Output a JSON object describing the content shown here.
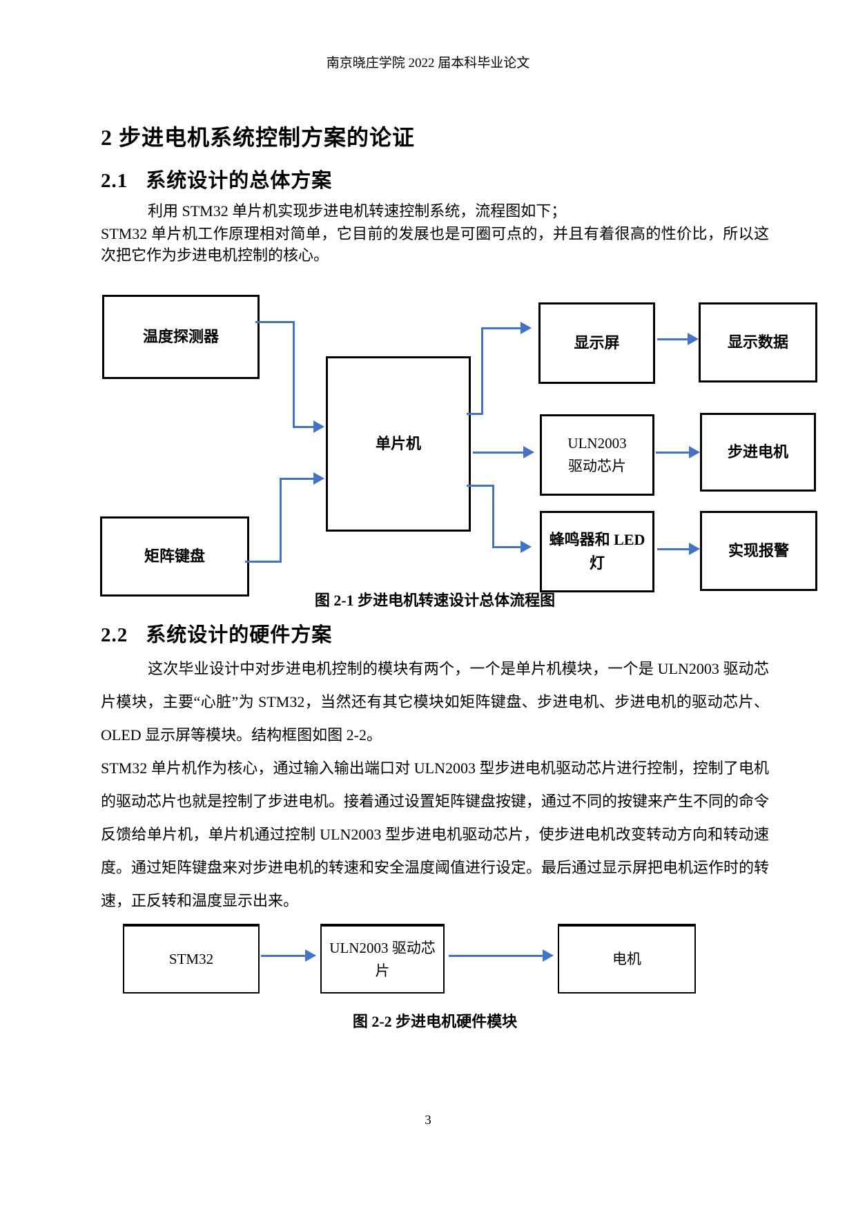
{
  "page": {
    "header": "南京晓庄学院 2022 届本科毕业论文",
    "page_number": "3"
  },
  "chapter": {
    "heading": "2 步进电机系统控制方案的论证"
  },
  "section1": {
    "number": "2.1",
    "title": "系统设计的总体方案",
    "paragraph1": "利用 STM32 单片机实现步进电机转速控制系统，流程图如下；",
    "paragraph2": "STM32 单片机工作原理相对简单，它目前的发展也是可圈可点的，并且有着很高的性价比，所以这次把它作为步进电机控制的核心。"
  },
  "figure1": {
    "caption": "图 2-1 步进电机转速设计总体流程图",
    "nodes": {
      "temperature_sensor": "温度探测器",
      "matrix_keyboard": "矩阵键盘",
      "mcu": "单片机",
      "display_screen": "显示屏",
      "display_data": "显示数据",
      "uln2003_driver": "ULN2003\n驱动芯片",
      "stepper_motor": "步进电机",
      "buzzer_led": "蜂鸣器和 LED\n灯",
      "alarm": "实现报警"
    }
  },
  "section2": {
    "number": "2.2",
    "title": "系统设计的硬件方案",
    "paragraph1": "这次毕业设计中对步进电机控制的模块有两个，一个是单片机模块，一个是 ULN2003 驱动芯片模块，主要“心脏”为 STM32，当然还有其它模块如矩阵键盘、步进电机、步进电机的驱动芯片、OLED 显示屏等模块。结构框图如图 2-2。",
    "paragraph2": "STM32 单片机作为核心，通过输入输出端口对 ULN2003 型步进电机驱动芯片进行控制，控制了电机的驱动芯片也就是控制了步进电机。接着通过设置矩阵键盘按键，通过不同的按键来产生不同的命令反馈给单片机，单片机通过控制 ULN2003 型步进电机驱动芯片，使步进电机改变转动方向和转动速度。通过矩阵键盘来对步进电机的转速和安全温度阈值进行设定。最后通过显示屏把电机运作时的转速，正反转和温度显示出来。"
  },
  "figure2": {
    "caption": "图 2-2 步进电机硬件模块",
    "nodes": {
      "stm32": "STM32",
      "uln2003_driver": "ULN2003 驱动芯\n片",
      "motor": "电机"
    }
  },
  "colors": {
    "arrow_blue": "#4472C4",
    "box_border": "#000000",
    "text": "#000000"
  }
}
